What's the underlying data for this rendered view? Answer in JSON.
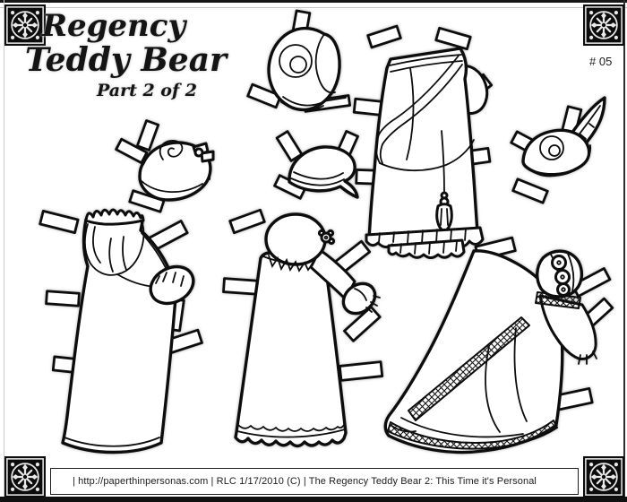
{
  "page": {
    "title_line1": "Regency",
    "title_line2": "Teddy Bear",
    "subtitle": "Part 2 of 2",
    "page_number": "# 05",
    "footer": "| http://paperthinpersonas.com | RLC 1/17/2010 (C) | The Regency Teddy Bear 2: This Time it's Personal"
  },
  "colors": {
    "ink": "#0d0d0d",
    "halo": "#c9c9c9",
    "paper": "#ffffff"
  },
  "ornament": {
    "name": "snowflake-medallion"
  },
  "artwork_pieces": [
    {
      "name": "poke-bonnet-with-ribbon"
    },
    {
      "name": "evening-gown-with-tassel"
    },
    {
      "name": "plumed-riding-hat"
    },
    {
      "name": "bonnet-with-bow"
    },
    {
      "name": "banded-cap"
    },
    {
      "name": "pelisse-coat-with-fur-cuff"
    },
    {
      "name": "day-dress-with-scalloped-hem"
    },
    {
      "name": "open-robe-gown-with-lattice-trim"
    }
  ]
}
